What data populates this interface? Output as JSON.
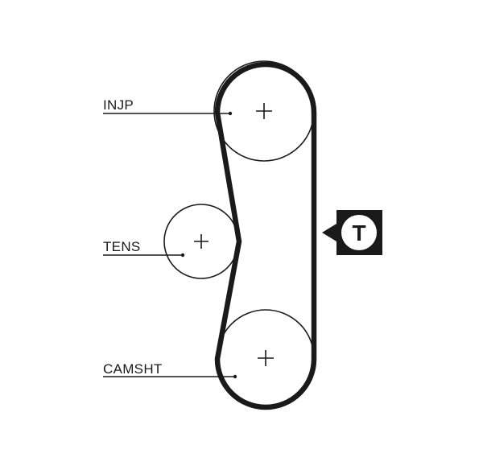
{
  "colors": {
    "line": "#1a1a1a",
    "background": "#ffffff"
  },
  "labels": {
    "injp": "INJP",
    "tens": "TENS",
    "camsht": "CAMSHT"
  },
  "badge": {
    "letter": "T",
    "icon": "tension-direction-icon"
  },
  "pulleys": {
    "injp": {
      "icon": "plus-center-icon"
    },
    "tens": {
      "icon": "plus-center-icon"
    },
    "camsht": {
      "icon": "plus-center-icon"
    }
  }
}
